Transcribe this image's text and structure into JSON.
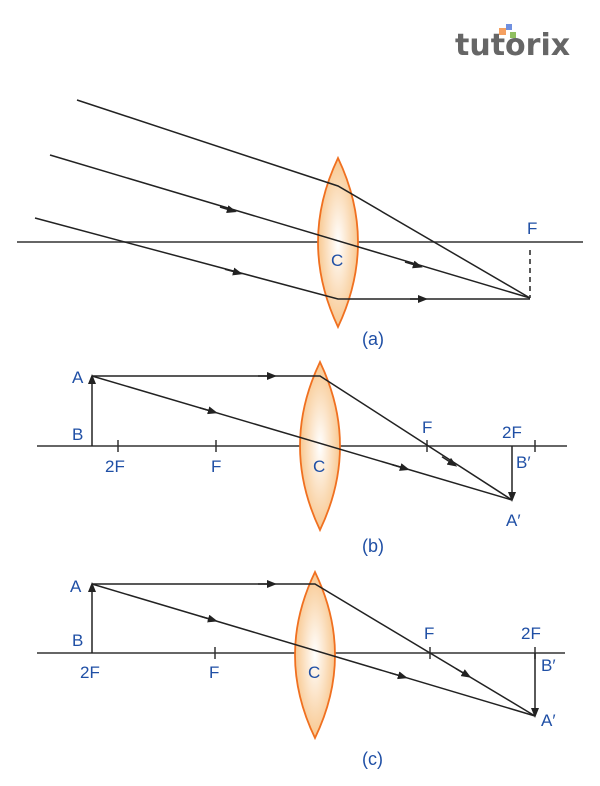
{
  "logo": {
    "text": "tutorix",
    "colors": {
      "text": "#666666",
      "orange": "#f5a060",
      "blue": "#7090e0",
      "green": "#90c060"
    }
  },
  "diagram_a": {
    "caption": "(a)",
    "center_label": "C",
    "focus_label": "F"
  },
  "diagram_b": {
    "caption": "(b)",
    "object_top": "A",
    "object_base": "B",
    "left_2f": "2F",
    "left_f": "F",
    "center_label": "C",
    "right_f": "F",
    "right_2f": "2F",
    "image_base": "B′",
    "image_top": "A′"
  },
  "diagram_c": {
    "caption": "(c)",
    "object_top": "A",
    "object_base": "B",
    "left_2f": "2F",
    "left_f": "F",
    "center_label": "C",
    "right_f": "F",
    "right_2f": "2F",
    "image_base": "B′",
    "image_top": "A′"
  },
  "colors": {
    "label": "#1f4fa5",
    "lens_stroke": "#f07020",
    "ray": "#222222"
  }
}
